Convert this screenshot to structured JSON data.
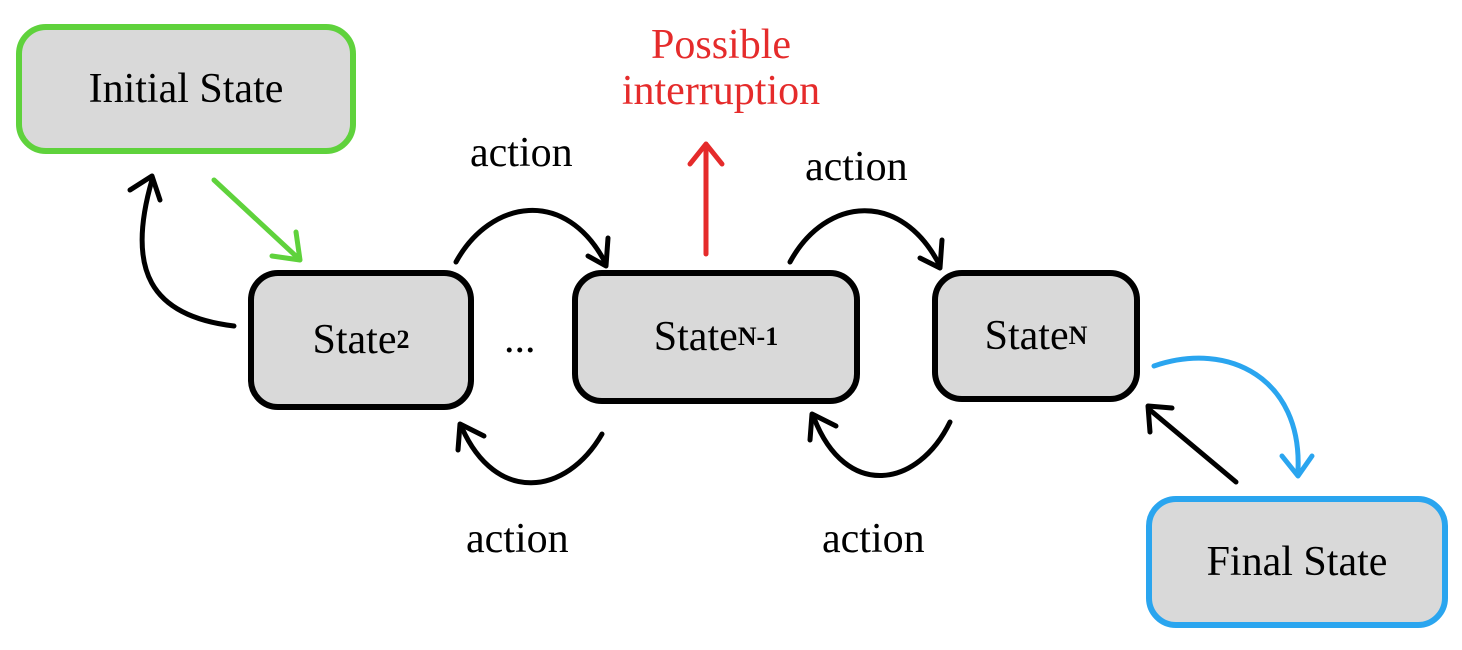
{
  "nodes": {
    "initial": {
      "label": "Initial State"
    },
    "state2": {
      "label": "State",
      "sub": "2"
    },
    "state_n1": {
      "label": "State",
      "sub": "N-1"
    },
    "state_n": {
      "label": "State",
      "sub": "N"
    },
    "final": {
      "label": "Final State"
    }
  },
  "edge_labels": {
    "top_1": "action",
    "top_2": "action",
    "bottom_1": "action",
    "bottom_2": "action"
  },
  "ellipsis": "...",
  "interruption": {
    "line1": "Possible",
    "line2": "interruption"
  },
  "colors": {
    "initial_border": "#5fd23c",
    "final_border": "#2aa5ef",
    "interruption": "#e52b2b",
    "node_fill": "#d9d9d9"
  }
}
